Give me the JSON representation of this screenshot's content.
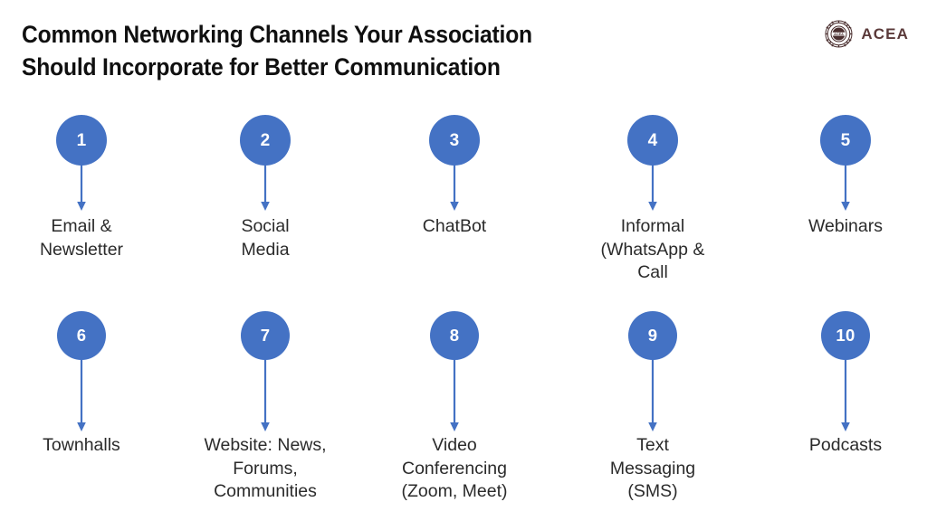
{
  "slide": {
    "background_color": "#ffffff",
    "accent_color": "#4472c4",
    "text_color": "#2b2b2b",
    "title_color": "#101010"
  },
  "header": {
    "title_line_1": "Common Networking Channels Your Association",
    "title_line_2": "Should Incorporate for Better Communication",
    "brand_name": "ACEA",
    "brand_icon": "acea-seal-icon",
    "brand_color": "#5b3a3a"
  },
  "rows": [
    {
      "items": [
        {
          "number": "1",
          "label_lines": [
            "Email &",
            "Newsletter"
          ]
        },
        {
          "number": "2",
          "label_lines": [
            "Social",
            "Media"
          ]
        },
        {
          "number": "3",
          "label_lines": [
            "ChatBot"
          ]
        },
        {
          "number": "4",
          "label_lines": [
            "Informal",
            "(WhatsApp &",
            "Call"
          ]
        },
        {
          "number": "5",
          "label_lines": [
            "Webinars"
          ]
        }
      ]
    },
    {
      "items": [
        {
          "number": "6",
          "label_lines": [
            "Townhalls"
          ]
        },
        {
          "number": "7",
          "label_lines": [
            "Website: News,",
            "Forums,",
            "Communities"
          ]
        },
        {
          "number": "8",
          "label_lines": [
            "Video",
            "Conferencing",
            "(Zoom, Meet)"
          ]
        },
        {
          "number": "9",
          "label_lines": [
            "Text",
            "Messaging",
            "(SMS)"
          ]
        },
        {
          "number": "10",
          "label_lines": [
            "Podcasts"
          ]
        }
      ]
    }
  ]
}
